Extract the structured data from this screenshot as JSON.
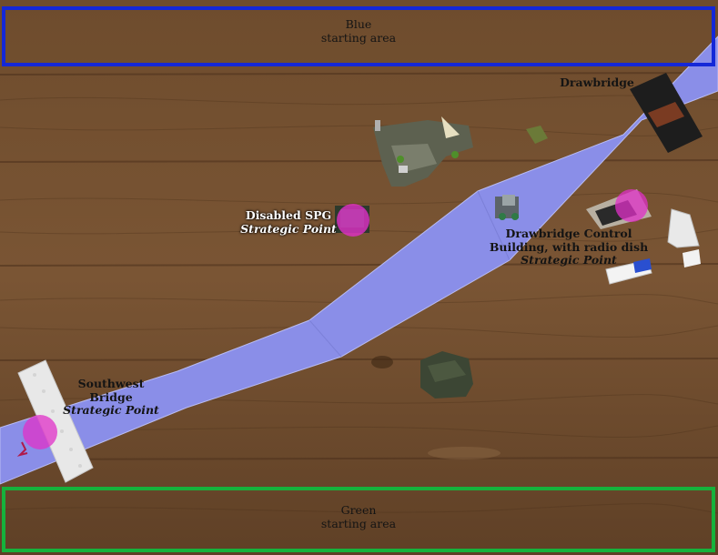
{
  "zones": {
    "blue": {
      "line1": "Blue",
      "line2": "starting area",
      "color": "#1428d8"
    },
    "green": {
      "line1": "Green",
      "line2": "starting area",
      "color": "#16b23c"
    }
  },
  "labels": {
    "drawbridge": {
      "name": "Drawbridge"
    },
    "spg": {
      "name": "Disabled SPG",
      "subtitle": "Strategic Point"
    },
    "control": {
      "line1": "Drawbridge Control",
      "line2": "Building, with radio dish",
      "subtitle": "Strategic Point"
    },
    "southwest": {
      "line1": "Southwest",
      "line2": "Bridge",
      "subtitle": "Strategic Point"
    }
  },
  "colors": {
    "road": "#8a8ee8",
    "strategic_marker": "#e030c8",
    "table": "#6b4a2c"
  },
  "icons": [
    "strategic-point-marker",
    "lego-bridge-piece",
    "lego-ruins",
    "lego-tank-spg"
  ]
}
